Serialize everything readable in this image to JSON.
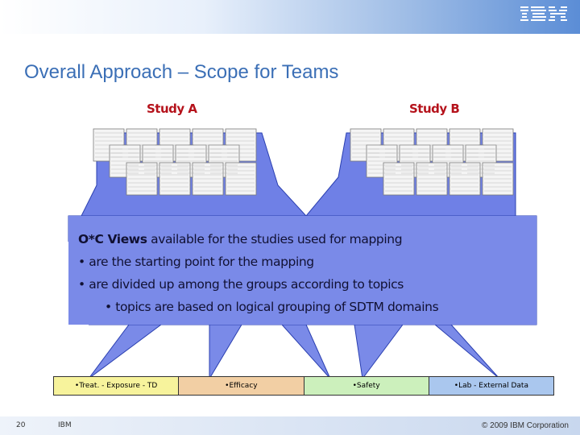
{
  "slide": {
    "title": "Overall Approach – Scope for Teams",
    "logo_text": "IBM"
  },
  "studies": {
    "a_label": "Study A",
    "b_label": "Study B"
  },
  "views_box": {
    "heading_bold": "O*C Views",
    "heading_rest": " available for the studies used for mapping",
    "bullet_1": "• are the starting point for the mapping",
    "bullet_2": "• are divided up among the groups according to topics",
    "sub_bullet": "•  topics are based on logical grouping of SDTM domains"
  },
  "topics": [
    {
      "label": "•Treat. - Exposure - TD",
      "color": "#f7f39c"
    },
    {
      "label": "•Efficacy",
      "color": "#f2cfa4"
    },
    {
      "label": "•Safety",
      "color": "#ccf0bc"
    },
    {
      "label": "•Lab - External Data",
      "color": "#aac7ee"
    }
  ],
  "footer": {
    "page_number": "20",
    "company": "IBM",
    "copyright": "© 2009 IBM Corporation"
  },
  "colors": {
    "title_blue": "#3b6fb6",
    "study_red": "#b5121b",
    "views_fill": "#7a8ae8"
  }
}
